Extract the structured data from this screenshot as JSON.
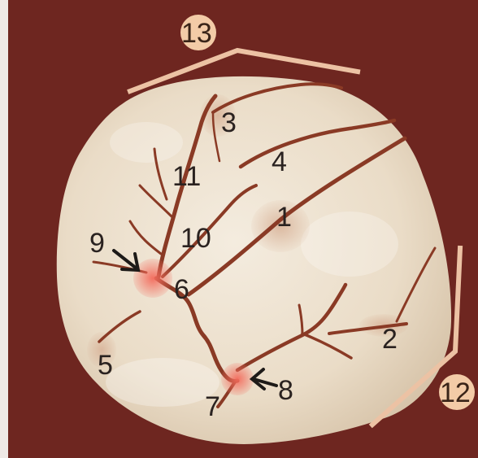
{
  "colors": {
    "background": "#6e2620",
    "tooth_light": "#f1e7d7",
    "tooth_mid": "#e2d1ba",
    "groove": "#8a3a25",
    "pit_highlight": "#f07a6a",
    "bracket": "#ecc2a4",
    "badge_fill": "#f3cba7",
    "label_text": "#2a2220"
  },
  "labels": {
    "l1": "1",
    "l2": "2",
    "l3": "3",
    "l4": "4",
    "l5": "5",
    "l6": "6",
    "l7": "7",
    "l8": "8",
    "l9": "9",
    "l10": "10",
    "l11": "11",
    "l12": "12",
    "l13": "13"
  }
}
